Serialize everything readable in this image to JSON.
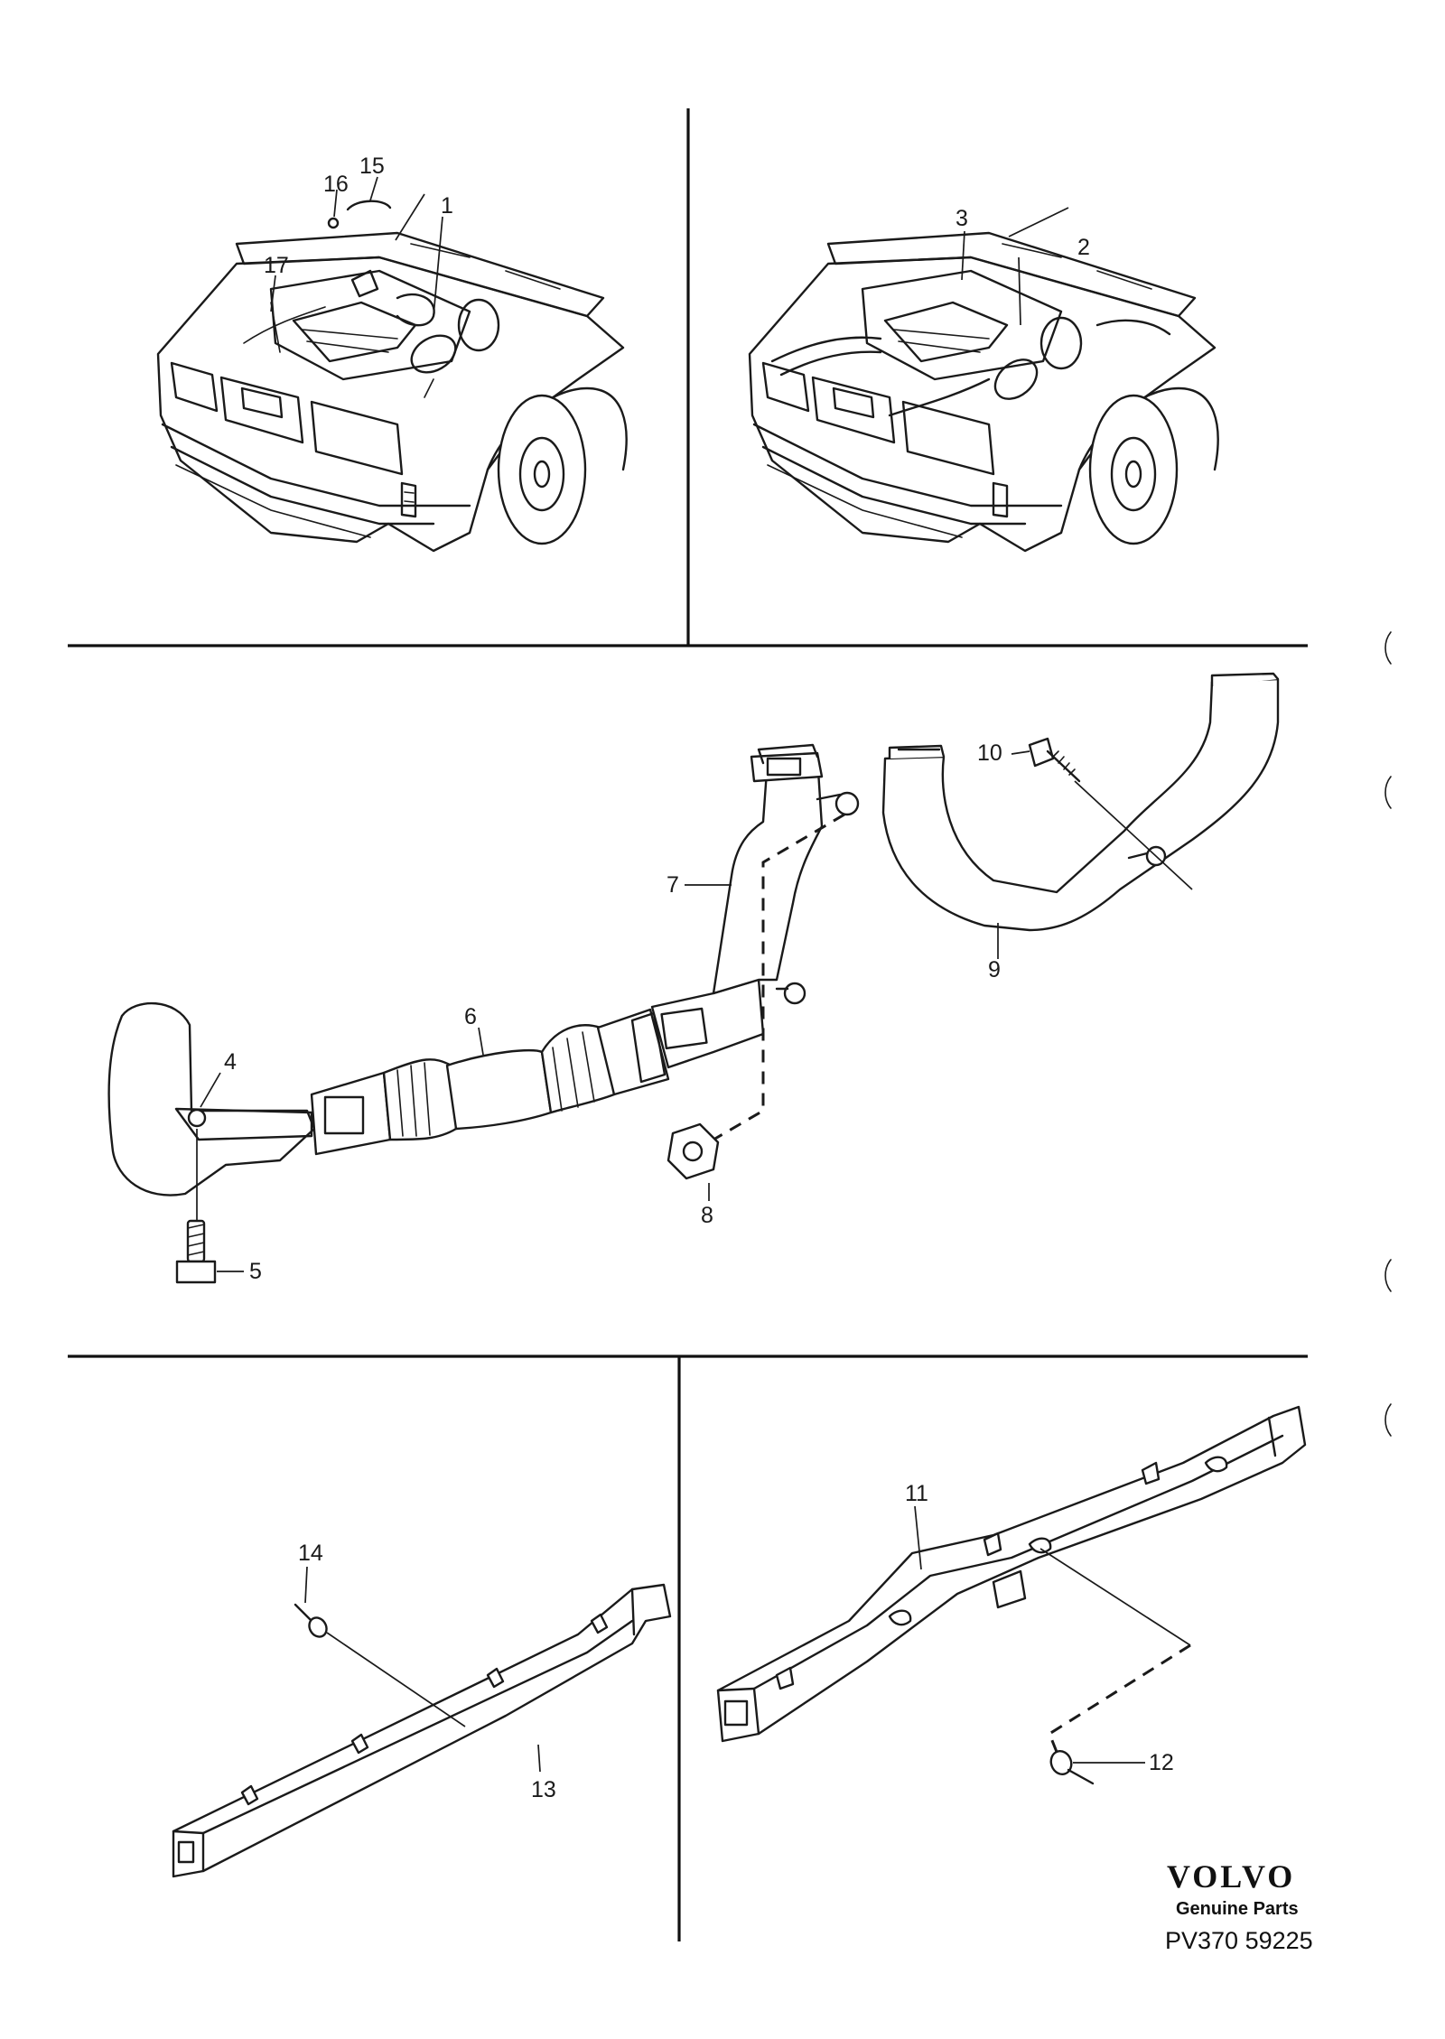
{
  "brand": {
    "logo": "VOLVO",
    "subtitle": "Genuine Parts",
    "document_code": "PV370 59225"
  },
  "callouts": {
    "p1": "1",
    "p2": "2",
    "p3": "3",
    "p4": "4",
    "p5": "5",
    "p6": "6",
    "p7": "7",
    "p8": "8",
    "p9": "9",
    "p10": "10",
    "p11": "11",
    "p12": "12",
    "p13": "13",
    "p14": "14",
    "p15": "15",
    "p16": "16",
    "p17": "17"
  }
}
